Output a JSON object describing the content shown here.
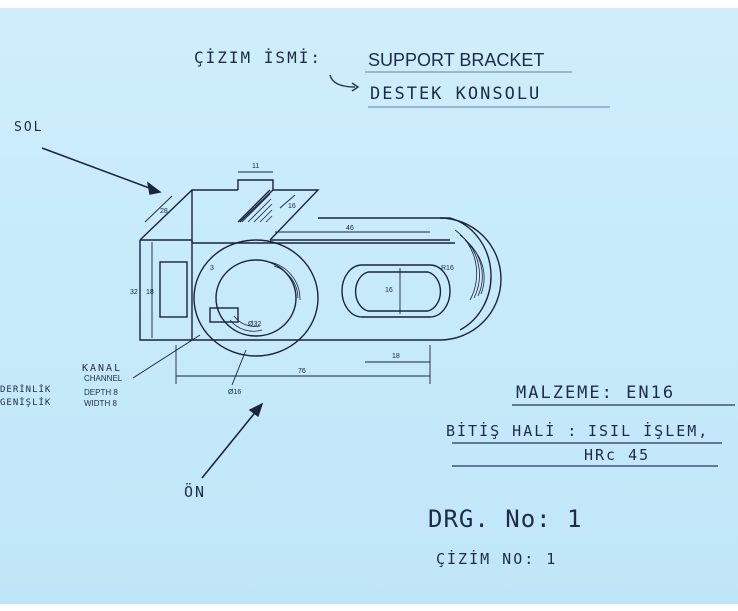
{
  "title_block": {
    "label": "ÇİZIM İSMİ:",
    "name_en": "SUPPORT BRACKET",
    "name_tr": "DESTEK KONSOLU"
  },
  "views": {
    "left": "SOL",
    "front": "ÖN"
  },
  "channel": {
    "kanal": "KANAL",
    "channel": "CHANNEL",
    "derinlik": "DERİNLİK",
    "genislik": "GENİŞLİK",
    "depth": "DEPTH 8",
    "width": "WIDTH 8"
  },
  "dimensions": {
    "d11": "11",
    "d16a": "16",
    "d28": "28",
    "d46": "46",
    "d32": "32",
    "d18a": "18",
    "d3": "3",
    "d16b": "16",
    "r16": "R16",
    "d18b": "18",
    "d76": "76",
    "dia16": "Ø16",
    "dia32": "Ø32"
  },
  "notes": {
    "material": "MALZEME: EN16",
    "finish_label": "BİTİŞ HALİ :",
    "finish_value": "ISIL İŞLEM,",
    "hardness": "HRc 45",
    "drg": "DRG. No: 1",
    "cizim_no": "ÇİZİM NO: 1"
  }
}
